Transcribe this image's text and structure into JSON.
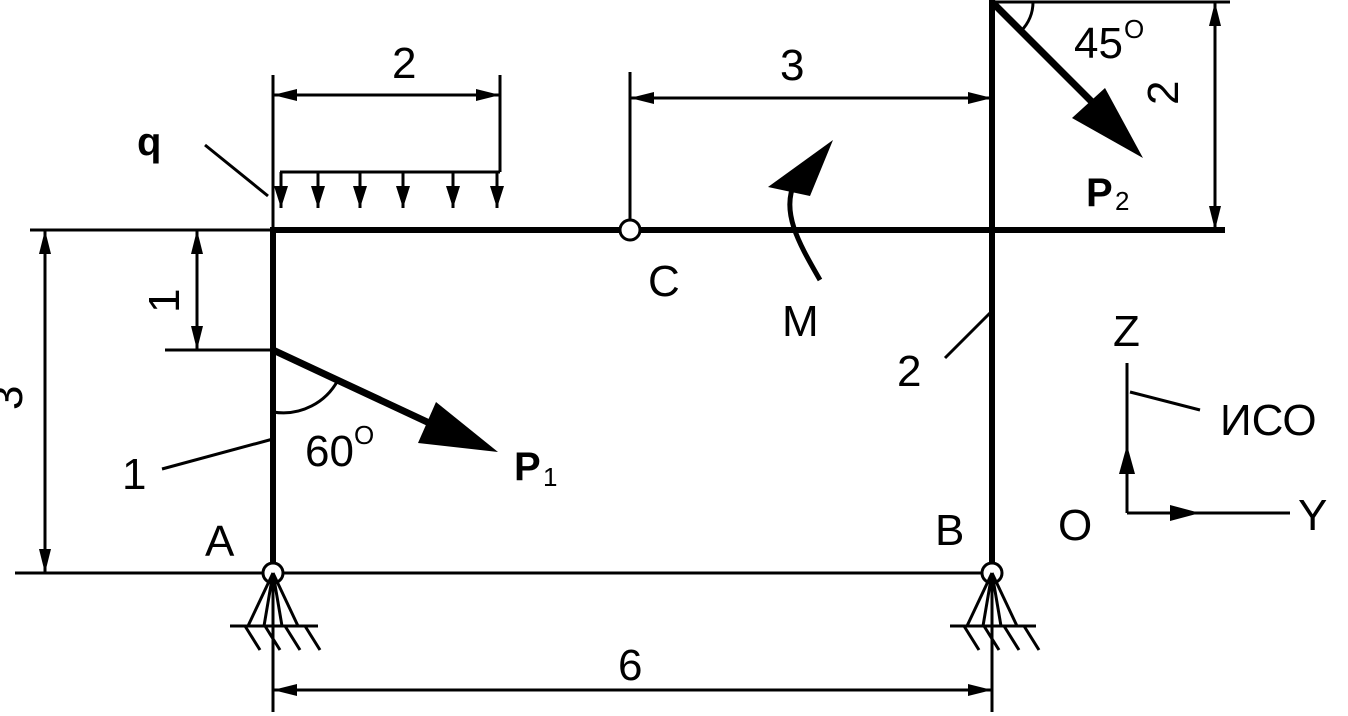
{
  "labels": {
    "q": "q",
    "A": "A",
    "B": "B",
    "C": "C",
    "M": "M",
    "P1": "P",
    "P1_sub": "1",
    "P2": "P",
    "P2_sub": "2",
    "angle1": "60",
    "angle2": "45",
    "degree": "O",
    "rod1": "1",
    "rod2": "2",
    "axis_z": "Z",
    "axis_y": "Y",
    "origin": "O",
    "iso": "ИСО"
  },
  "dimensions": {
    "q_length": "2",
    "bc_length": "3",
    "p2_height": "2",
    "p1_offset": "1",
    "frame_height": "3",
    "base_length": "6"
  }
}
